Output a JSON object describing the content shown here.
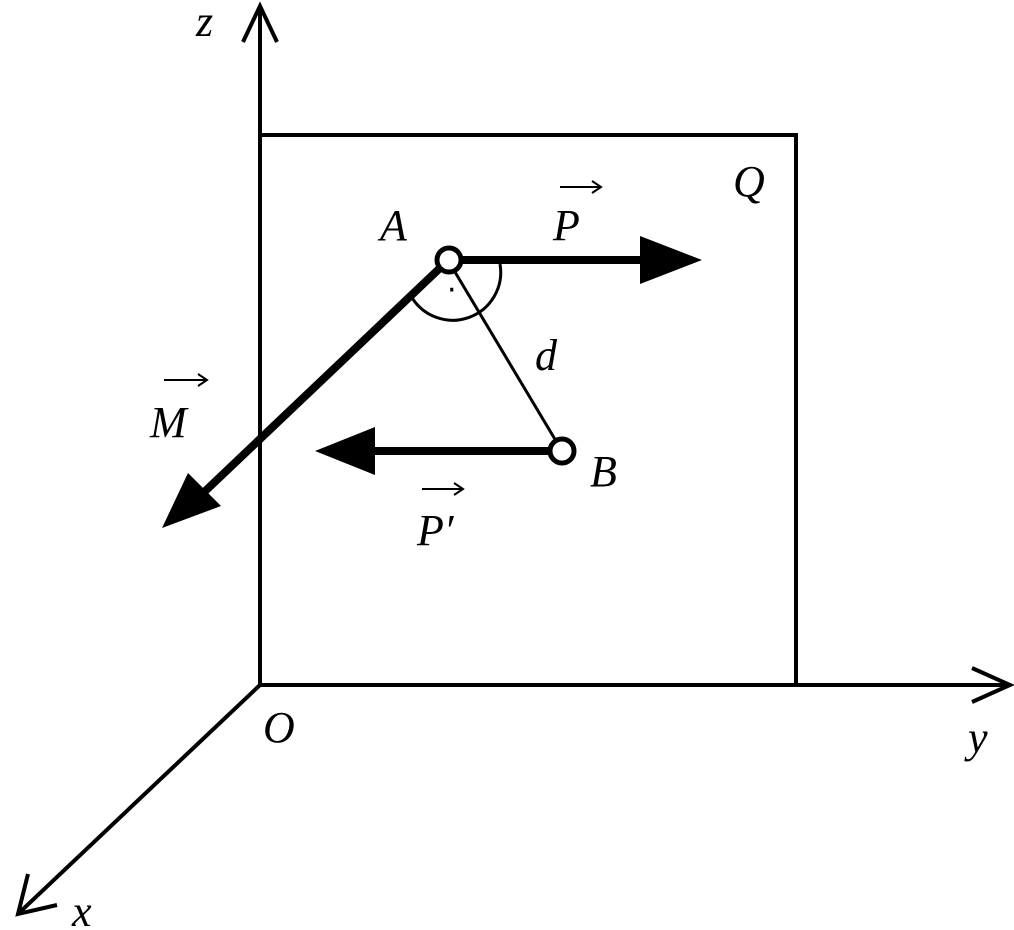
{
  "colors": {
    "stroke": "#000000",
    "background": "#ffffff",
    "point_fill": "#ffffff"
  },
  "axes": {
    "z": "z",
    "y": "y",
    "x": "x",
    "origin": "O"
  },
  "plane": {
    "label": "Q"
  },
  "points": {
    "a": "A",
    "b": "B"
  },
  "vectors": {
    "p": "P",
    "p_prime": "P′",
    "m": "M"
  },
  "distance": {
    "label": "d"
  },
  "right_angle_mark": "·"
}
